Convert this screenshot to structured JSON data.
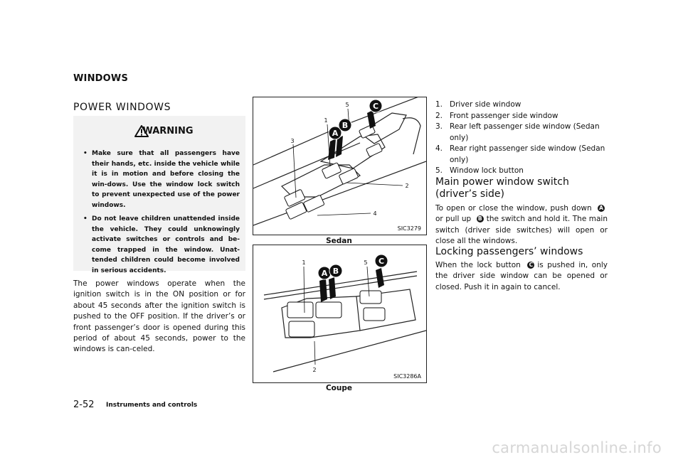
{
  "section_header": "WINDOWS",
  "heading_power": "POWER WINDOWS",
  "warning": {
    "title": "WARNING",
    "items": [
      "Make sure that all passengers have their hands, etc. inside the vehicle while it is in motion and before closing the win-dows. Use the window lock switch to prevent unexpected use of the power windows.",
      "Do not leave children unattended inside the vehicle. They could unknowingly activate switches or controls and be-come trapped in the window. Unat-tended children could become involved in serious accidents."
    ]
  },
  "body_text": "The power windows operate when the ignition switch is in the ON position or for about 45 seconds after the ignition switch is pushed to the OFF position. If the driver’s or front passenger’s door is opened during this period of about 45 seconds, power to the windows is can-celed.",
  "figures": [
    {
      "code": "SIC3279",
      "caption": "Sedan",
      "labels": [
        "1",
        "2",
        "3",
        "4",
        "5"
      ],
      "letters": [
        "A",
        "B",
        "C"
      ]
    },
    {
      "code": "SIC3286A",
      "caption": "Coupe",
      "labels": [
        "1",
        "2",
        "5"
      ],
      "letters": [
        "A",
        "B",
        "C"
      ]
    }
  ],
  "numbered_list": [
    {
      "num": "1.",
      "text": "Driver side window"
    },
    {
      "num": "2.",
      "text": "Front passenger side window"
    },
    {
      "num": "3.",
      "text": "Rear left passenger side window (Sedan only)"
    },
    {
      "num": "4.",
      "text": "Rear right passenger side window (Sedan only)"
    },
    {
      "num": "5.",
      "text": "Window lock button"
    }
  ],
  "main_switch": {
    "heading": "Main power window switch (driver’s side)",
    "text_1": "To open or close the window, push down",
    "marker_a": "A",
    "text_2": "or pull up",
    "marker_b": "B",
    "text_3": "the switch and hold it. The main switch (driver side switches) will open or close all the windows."
  },
  "locking": {
    "heading": "Locking passengers’ windows",
    "text_1": "When the lock button",
    "marker_c": "C",
    "text_2": "is pushed in, only the driver side window can be opened or closed. Push it in again to cancel."
  },
  "footer": {
    "page": "2-52",
    "section": "Instruments and controls"
  },
  "watermark": "carmanualsonline.info"
}
